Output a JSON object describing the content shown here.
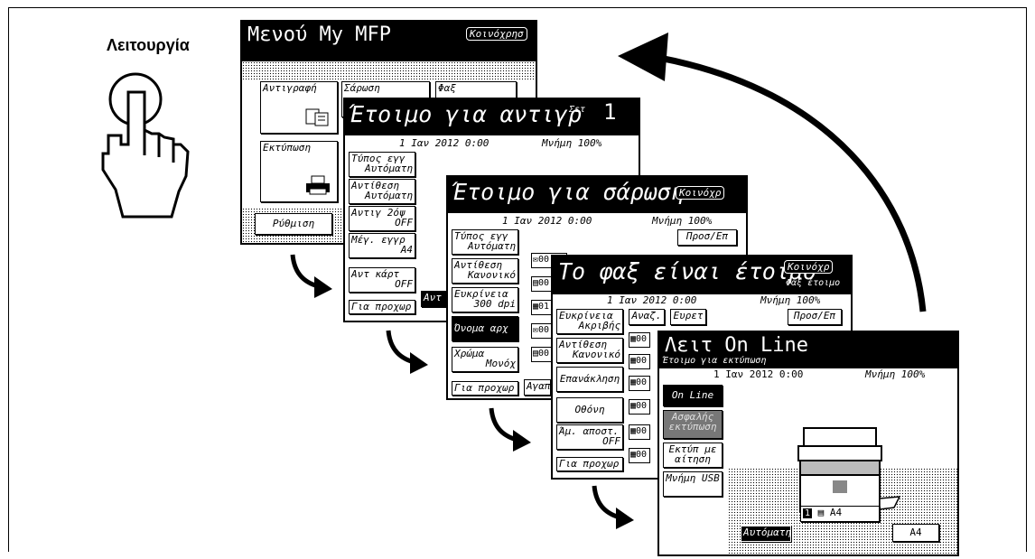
{
  "label": "Λειτουργία",
  "menu": {
    "title": "Μενού My MFP",
    "tag": "Κοινόχρησ",
    "buttons": [
      "Αντιγραφή",
      "Σάρωση",
      "Φαξ",
      "Εκτύπωση"
    ],
    "settings": "Ρύθμιση"
  },
  "copy": {
    "title": "Έτοιμο για αντιγρ",
    "set_label": "Σετ",
    "set_value": "1",
    "date": "1 Ιαν 2012  0:00",
    "memory": "Μνήμη   100%",
    "items": [
      {
        "name": "Τύπος εγγ",
        "value": "Αυτόματη"
      },
      {
        "name": "Αντίθεση",
        "value": "Αυτόματη"
      },
      {
        "name": "Αντιγ 2όψ",
        "value": "OFF"
      },
      {
        "name": "Μέγ. εγγρ",
        "value": "A4"
      },
      {
        "name": "Αντ κάρτ",
        "value": "OFF"
      }
    ],
    "more": "Για προχωρ",
    "partial": "Αντ"
  },
  "scan": {
    "title": "Έτοιμο για σάρωση",
    "tag": "Κοινόχρ",
    "date": "1 Ιαν 2012  0:00",
    "memory": "Μνήμη   100%",
    "to_btn": "Προσ/Επ",
    "items": [
      {
        "name": "Τύπος εγγ",
        "value": "Αυτόματη"
      },
      {
        "name": "Αντίθεση",
        "value": "Κανονικό"
      },
      {
        "name": "Ευκρίνεια",
        "value": "300 dpi"
      },
      {
        "name": "Όνομα αρχ",
        "value": ""
      },
      {
        "name": "Χρώμα",
        "value": "Μονόχ"
      }
    ],
    "more": "Για προχωρ",
    "partial": "Αγαπ",
    "list": [
      "00",
      "00",
      "01",
      "00",
      "00"
    ]
  },
  "fax": {
    "title": "Το φαξ είναι έτοιμο",
    "tag": "Κοινόχρ",
    "status": "Φαξ έτοιμο",
    "date": "1 Ιαν 2012  0:00",
    "memory": "Μνήμη   100%",
    "search": "Αναζ.",
    "find": "Ευρετ",
    "to_btn": "Προσ/Επ",
    "items": [
      {
        "name": "Ευκρίνεια",
        "value": "Ακριβής"
      },
      {
        "name": "Αντίθεση",
        "value": "Κανονικό"
      },
      {
        "name": "Επανάκληση",
        "value": ""
      },
      {
        "name": "Οθόνη",
        "value": ""
      },
      {
        "name": "Άμ. αποστ.",
        "value": "OFF"
      }
    ],
    "more": "Για προχωρ",
    "list": [
      "00",
      "00",
      "00",
      "00",
      "00",
      "00"
    ]
  },
  "print": {
    "title": "Λειτ On Line",
    "status": "Έτοιμο για εκτύπωση",
    "date": "1 Ιαν 2012  0:00",
    "memory": "Μνήμη     100%",
    "items": [
      "On Line",
      "Ασφαλής εκτύπωση",
      "Εκτύπ με αίτηση",
      "Μνήμη USB"
    ],
    "tray_num": "1",
    "tray": "A4",
    "auto": "Αυτόματη",
    "paper": "A4"
  }
}
